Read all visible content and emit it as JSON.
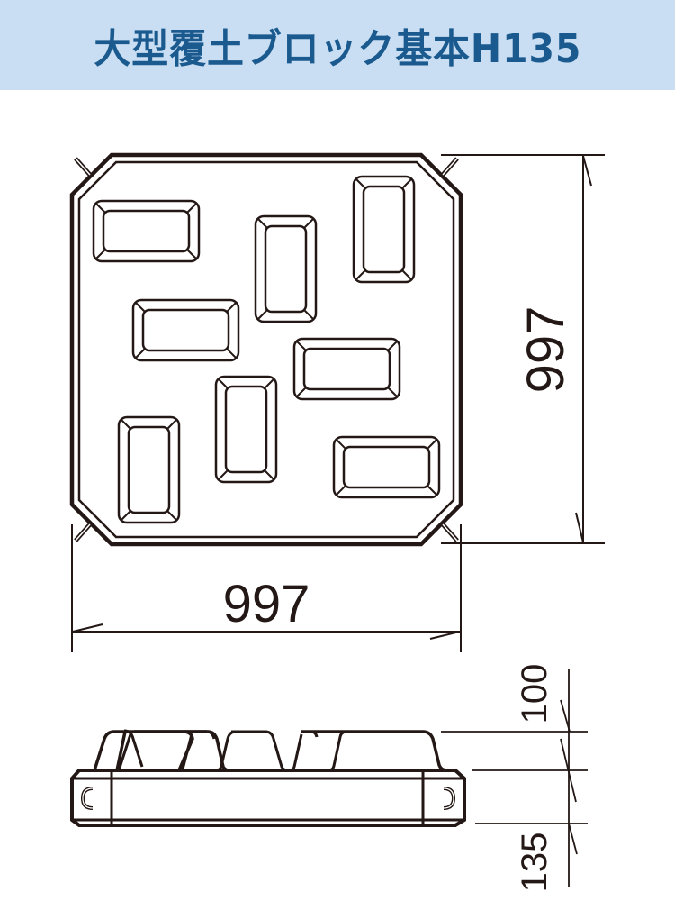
{
  "header": {
    "title": "大型覆土ブロック基本H135",
    "background": "#c9def2",
    "color": "#1b5a8f"
  },
  "plan_view": {
    "width_label": "997",
    "depth_label": "997",
    "openings_count": 8
  },
  "side_view": {
    "upper_height_label": "100",
    "lower_height_label": "135"
  },
  "colors": {
    "line": "#231815"
  }
}
